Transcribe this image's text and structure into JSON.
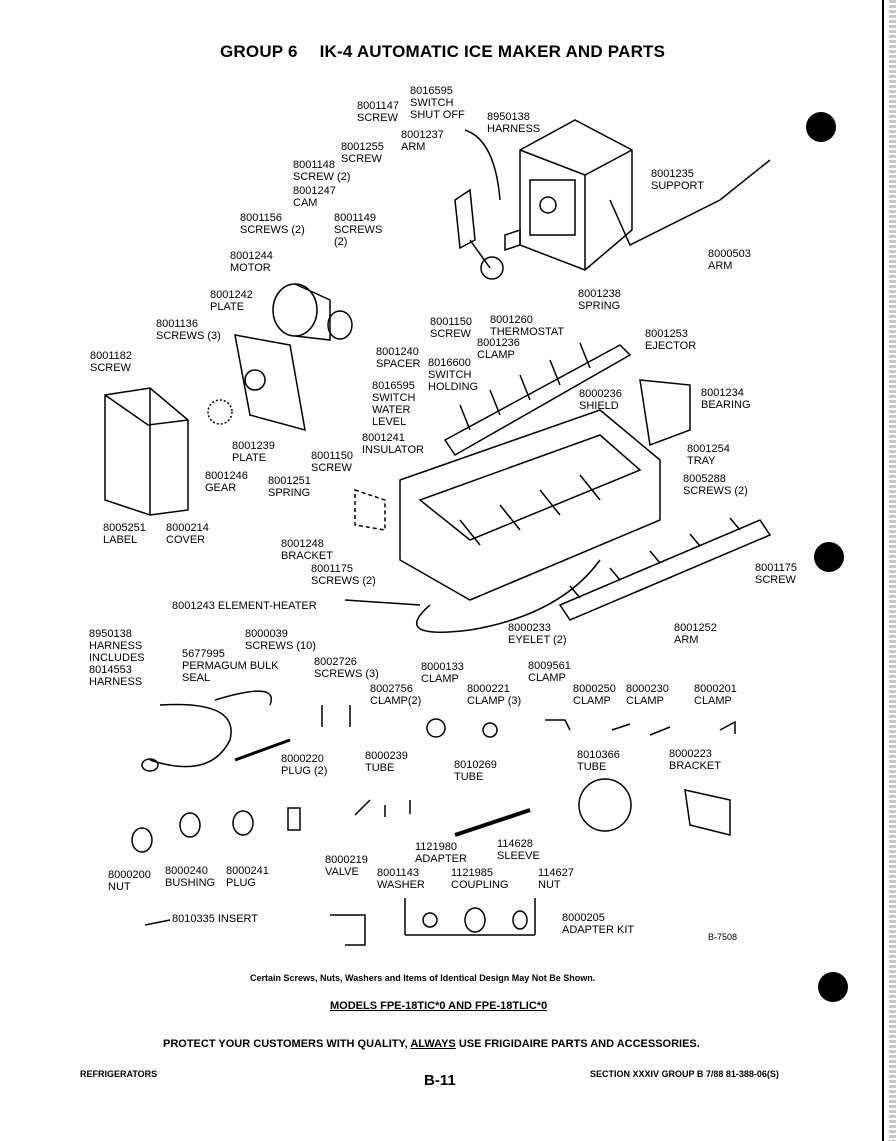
{
  "header": {
    "group": "GROUP 6",
    "title": "IK-4 AUTOMATIC ICE MAKER AND PARTS"
  },
  "parts": [
    {
      "id": "sw-shutoff",
      "label": "8016595\nSWITCH\nSHUT OFF"
    },
    {
      "id": "screw-1147",
      "label": "8001147\nSCREW"
    },
    {
      "id": "harness-top",
      "label": "8950138\nHARNESS"
    },
    {
      "id": "arm-1237",
      "label": "8001237\nARM"
    },
    {
      "id": "screw-1255",
      "label": "8001255\nSCREW"
    },
    {
      "id": "screw-1148",
      "label": "8001148\nSCREW (2)"
    },
    {
      "id": "cam",
      "label": "8001247\nCAM"
    },
    {
      "id": "support",
      "label": "8001235\nSUPPORT"
    },
    {
      "id": "screws-1156",
      "label": "8001156\nSCREWS (2)"
    },
    {
      "id": "screws-1149",
      "label": "8001149\nSCREWS\n(2)"
    },
    {
      "id": "arm-0503",
      "label": "8000503\nARM"
    },
    {
      "id": "motor",
      "label": "8001244\nMOTOR"
    },
    {
      "id": "spring-1238",
      "label": "8001238\nSPRING"
    },
    {
      "id": "plate-1242",
      "label": "8001242\nPLATE"
    },
    {
      "id": "screw-1150a",
      "label": "8001150\nSCREW"
    },
    {
      "id": "thermostat",
      "label": "8001260\nTHERMOSTAT"
    },
    {
      "id": "ejector",
      "label": "8001253\nEJECTOR"
    },
    {
      "id": "screws-1136",
      "label": "8001136\nSCREWS (3)"
    },
    {
      "id": "clamp-1236",
      "label": "8001236\nCLAMP"
    },
    {
      "id": "spacer",
      "label": "8001240\nSPACER"
    },
    {
      "id": "sw-holding",
      "label": "8016600\nSWITCH\nHOLDING"
    },
    {
      "id": "screw-1182",
      "label": "8001182\nSCREW"
    },
    {
      "id": "sw-water",
      "label": "8016595\nSWITCH\nWATER\nLEVEL"
    },
    {
      "id": "bearing",
      "label": "8001234\nBEARING"
    },
    {
      "id": "shield",
      "label": "8000236\nSHIELD"
    },
    {
      "id": "insulator",
      "label": "8001241\nINSULATOR"
    },
    {
      "id": "plate-1239",
      "label": "8001239\nPLATE"
    },
    {
      "id": "screw-1150b",
      "label": "8001150\nSCREW"
    },
    {
      "id": "tray",
      "label": "8001254\nTRAY"
    },
    {
      "id": "gear",
      "label": "8001246\nGEAR"
    },
    {
      "id": "spring-1251",
      "label": "8001251\nSPRING"
    },
    {
      "id": "screws-5288",
      "label": "8005288\nSCREWS (2)"
    },
    {
      "id": "label-5251",
      "label": "8005251\nLABEL"
    },
    {
      "id": "cover",
      "label": "8000214\nCOVER"
    },
    {
      "id": "bracket-1248",
      "label": "8001248\nBRACKET"
    },
    {
      "id": "screws-1175",
      "label": "8001175\nSCREWS (2)"
    },
    {
      "id": "screw-1175",
      "label": "8001175\nSCREW"
    },
    {
      "id": "element",
      "label": "8001243 ELEMENT-HEATER"
    },
    {
      "id": "eyelet",
      "label": "8000233\nEYELET (2)"
    },
    {
      "id": "arm-1252",
      "label": "8001252\nARM"
    },
    {
      "id": "harness-bottom",
      "label": "8950138\nHARNESS\nINCLUDES\n8014553\nHARNESS"
    },
    {
      "id": "seal",
      "label": "5677995\nPERMAGUM BULK\nSEAL"
    },
    {
      "id": "screws-0039",
      "label": "8000039\nSCREWS (10)"
    },
    {
      "id": "screws-2726",
      "label": "8002726\nSCREWS (3)"
    },
    {
      "id": "clamp-0133",
      "label": "8000133\nCLAMP"
    },
    {
      "id": "clamp-2756",
      "label": "8002756\nCLAMP(2)"
    },
    {
      "id": "clamp-0221",
      "label": "8000221\nCLAMP (3)"
    },
    {
      "id": "clamp-9561",
      "label": "8009561\nCLAMP"
    },
    {
      "id": "clamp-0250",
      "label": "8000250\nCLAMP"
    },
    {
      "id": "clamp-0230",
      "label": "8000230\nCLAMP"
    },
    {
      "id": "clamp-0201",
      "label": "8000201\nCLAMP"
    },
    {
      "id": "plug-0220",
      "label": "8000220\nPLUG (2)"
    },
    {
      "id": "tube-0239",
      "label": "8000239\nTUBE"
    },
    {
      "id": "tube-0269",
      "label": "8010269\nTUBE"
    },
    {
      "id": "tube-0366",
      "label": "8010366\nTUBE"
    },
    {
      "id": "bracket-0223",
      "label": "8000223\nBRACKET"
    },
    {
      "id": "nut-0200",
      "label": "8000200\nNUT"
    },
    {
      "id": "bushing",
      "label": "8000240\nBUSHING"
    },
    {
      "id": "plug-0241",
      "label": "8000241\nPLUG"
    },
    {
      "id": "valve",
      "label": "8000219\nVALVE"
    },
    {
      "id": "adapter",
      "label": "1121980\nADAPTER"
    },
    {
      "id": "sleeve",
      "label": "114628\nSLEEVE"
    },
    {
      "id": "washer",
      "label": "8001143\nWASHER"
    },
    {
      "id": "coupling",
      "label": "1121985\nCOUPLING"
    },
    {
      "id": "nut-4627",
      "label": "114627\nNUT"
    },
    {
      "id": "adapter-kit",
      "label": "8000205\nADAPTER KIT"
    },
    {
      "id": "insert",
      "label": "8010335 INSERT"
    }
  ],
  "figure_id": "B-7508",
  "note": "Certain Screws, Nuts, Washers and Items of Identical Design May Not Be Shown.",
  "models": "MODELS FPE-18TIC*0 AND FPE-18TLIC*0",
  "protect": {
    "before": "PROTECT YOUR CUSTOMERS WITH QUALITY, ",
    "always": "ALWAYS",
    "after": " USE FRIGIDAIRE PARTS AND ACCESSORIES."
  },
  "footer": {
    "left": "REFRIGERATORS",
    "page": "B-11",
    "right": "SECTION XXXIV  GROUP B  7/88  81-388-06(S)"
  }
}
